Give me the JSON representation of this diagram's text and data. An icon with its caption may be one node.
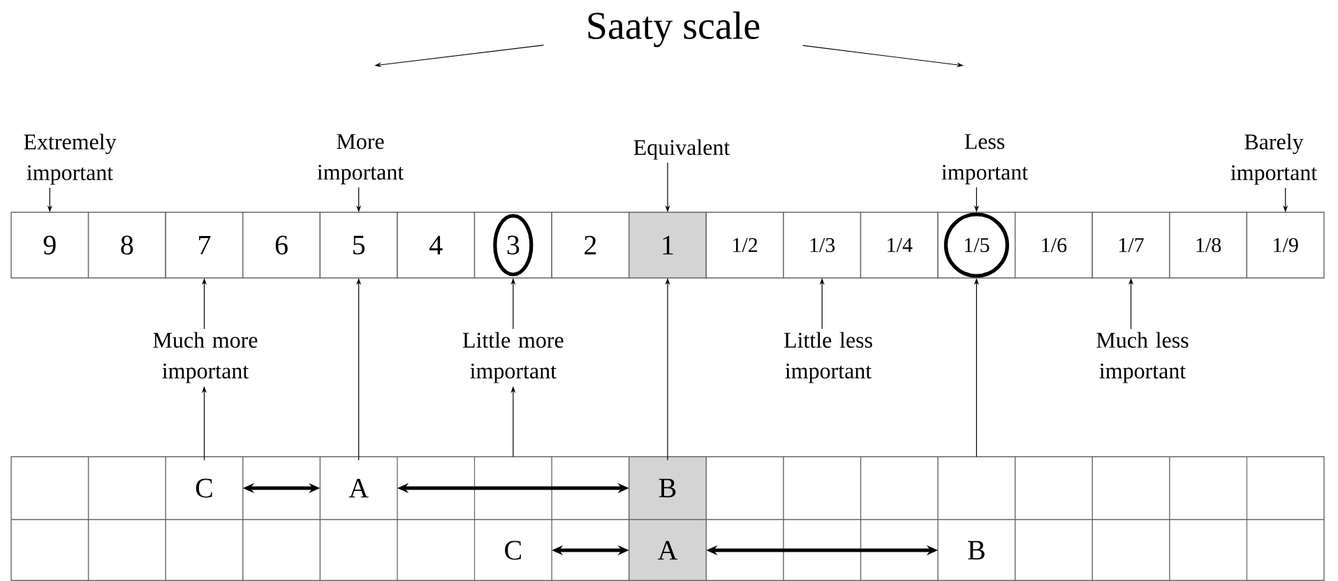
{
  "diagram": {
    "nodes": [
      {
        "text": [
          "Saaty scale"
        ]
      },
      {
        "text": [
          "Extremely important"
        ]
      },
      {
        "text": [
          "More important"
        ]
      },
      {
        "text": [
          "Equivalent"
        ]
      },
      {
        "text": [
          "Less important"
        ]
      },
      {
        "text": [
          "Barely important"
        ]
      },
      {
        "text": [
          "9"
        ]
      },
      {
        "text": [
          "8"
        ]
      },
      {
        "text": [
          "7"
        ]
      },
      {
        "text": [
          "6"
        ]
      },
      {
        "text": [
          "5"
        ]
      },
      {
        "text": [
          "4"
        ]
      },
      {
        "text": [
          "3"
        ]
      },
      {
        "text": [
          "2"
        ]
      },
      {
        "text": [
          "1"
        ]
      },
      {
        "text": [
          "1/2"
        ]
      },
      {
        "text": [
          "1/3"
        ]
      },
      {
        "text": [
          "1/4"
        ]
      },
      {
        "text": [
          "1/5"
        ]
      },
      {
        "text": [
          "1/6"
        ]
      },
      {
        "text": [
          "1/7"
        ]
      },
      {
        "text": [
          "1/8"
        ]
      },
      {
        "text": [
          "1/9"
        ]
      },
      {
        "text": [
          "Much more important"
        ]
      },
      {
        "text": [
          "Little more important"
        ]
      },
      {
        "text": [
          "Little less important"
        ]
      },
      {
        "text": [
          "Much less important"
        ]
      },
      {
        "text": [
          "C"
        ]
      },
      {
        "text": [
          "A"
        ]
      },
      {
        "text": [
          "B"
        ]
      },
      {
        "text": [
          "C"
        ]
      },
      {
        "text": [
          "A"
        ]
      },
      {
        "text": [
          "B"
        ]
      }
    ],
    "edges": [
      {
        "from": 0,
        "to": null,
        "arrow": "to"
      },
      {
        "from": 0,
        "to": null,
        "arrow": "to"
      },
      {
        "from": 1,
        "to": 6,
        "arrow": "to"
      },
      {
        "from": 2,
        "to": 10,
        "arrow": "to"
      },
      {
        "from": 3,
        "to": 14,
        "arrow": "to"
      },
      {
        "from": 4,
        "to": 18,
        "arrow": "to"
      },
      {
        "from": 5,
        "to": 22,
        "arrow": "to"
      },
      {
        "from": 23,
        "to": 8,
        "arrow": "to"
      },
      {
        "from": 24,
        "to": 12,
        "arrow": "to"
      },
      {
        "from": 25,
        "to": 16,
        "arrow": "to"
      },
      {
        "from": 26,
        "to": 20,
        "arrow": "to"
      },
      {
        "from": 27,
        "to": 23,
        "arrow": "to"
      },
      {
        "from": 28,
        "to": 10,
        "arrow": "to"
      },
      {
        "from": null,
        "to": 24,
        "arrow": "to"
      },
      {
        "from": 29,
        "to": 14,
        "arrow": "to"
      },
      {
        "from": null,
        "to": 18,
        "arrow": "to"
      },
      {
        "from": 27,
        "to": 28,
        "arrow": "both",
        "style": "thick"
      },
      {
        "from": 28,
        "to": 29,
        "arrow": "both",
        "style": "thick"
      },
      {
        "from": 30,
        "to": 31,
        "arrow": "both",
        "style": "thick"
      },
      {
        "from": 31,
        "to": 32,
        "arrow": "both",
        "style": "thick"
      }
    ]
  }
}
